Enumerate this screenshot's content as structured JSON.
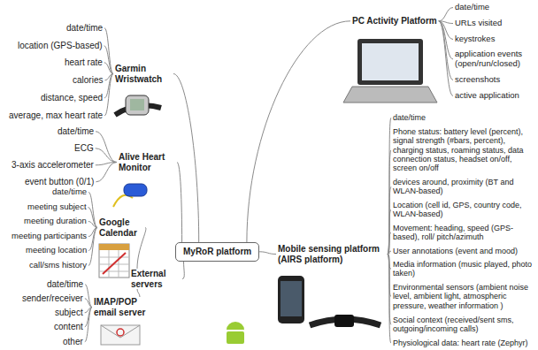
{
  "diagram": {
    "nodes": [
      {
        "text": [
          "MyRoR platform"
        ]
      },
      {
        "text": [
          "Garmin Wristwatch"
        ]
      },
      {
        "text": [
          "date/time"
        ]
      },
      {
        "text": [
          "location (GPS-based)"
        ]
      },
      {
        "text": [
          "heart rate"
        ]
      },
      {
        "text": [
          "calories"
        ]
      },
      {
        "text": [
          "distance, speed"
        ]
      },
      {
        "text": [
          "average, max heart rate"
        ]
      },
      {
        "text": [
          "Alive Heart Monitor"
        ]
      },
      {
        "text": [
          "date/time"
        ]
      },
      {
        "text": [
          "ECG"
        ]
      },
      {
        "text": [
          "3-axis accelerometer"
        ]
      },
      {
        "text": [
          "event button (0/1)"
        ]
      },
      {
        "text": [
          "External servers"
        ]
      },
      {
        "text": [
          "Google Calendar"
        ]
      },
      {
        "text": [
          "date/time"
        ]
      },
      {
        "text": [
          "meeting subject"
        ]
      },
      {
        "text": [
          "meeting duration"
        ]
      },
      {
        "text": [
          "meeting participants"
        ]
      },
      {
        "text": [
          "meeting location"
        ]
      },
      {
        "text": [
          "call/sms history"
        ]
      },
      {
        "text": [
          "IMAP/POP email server"
        ]
      },
      {
        "text": [
          "date/time"
        ]
      },
      {
        "text": [
          "sender/receiver"
        ]
      },
      {
        "text": [
          "subject"
        ]
      },
      {
        "text": [
          "content"
        ]
      },
      {
        "text": [
          "other"
        ]
      },
      {
        "text": [
          "PC Activity Platform"
        ]
      },
      {
        "text": [
          "date/time"
        ]
      },
      {
        "text": [
          "URLs visited"
        ]
      },
      {
        "text": [
          "keystrokes"
        ]
      },
      {
        "text": [
          "application events (open/run/closed)"
        ]
      },
      {
        "text": [
          "screenshots"
        ]
      },
      {
        "text": [
          "active application"
        ]
      },
      {
        "text": [
          "Mobile sensing platform (AIRS platform)"
        ]
      },
      {
        "text": [
          "date/time"
        ]
      },
      {
        "text": [
          "Phone status: battery level (percent), signal strength (#bars, percent), charging status, roaming status, data connection status, headset on/off, screen on/off"
        ]
      },
      {
        "text": [
          "devices around, proximity (BT and WLAN-based)"
        ]
      },
      {
        "text": [
          "Location (cell id, GPS, country code, WLAN-based)"
        ]
      },
      {
        "text": [
          "Movement: heading, speed (GPS-based), roll/ pitch/azimuth"
        ]
      },
      {
        "text": [
          "User annotations (event and mood)"
        ]
      },
      {
        "text": [
          "Media information (music played, photo taken)"
        ]
      },
      {
        "text": [
          "Environmental sensors (ambient noise level, ambient light, atmospheric pressure, weather information )"
        ]
      },
      {
        "text": [
          "Social context (received/sent sms, outgoing/incoming calls)"
        ]
      },
      {
        "text": [
          "Physiological data: heart rate (Zephyr)"
        ]
      }
    ],
    "edges": [
      {
        "from": 0,
        "to": 1,
        "arrow": "none"
      },
      {
        "from": 0,
        "to": 8,
        "arrow": "none"
      },
      {
        "from": 0,
        "to": 13,
        "arrow": "none"
      },
      {
        "from": 0,
        "to": 27,
        "arrow": "none"
      },
      {
        "from": 0,
        "to": 34,
        "arrow": "none"
      },
      {
        "from": 1,
        "to": 2,
        "arrow": "none"
      },
      {
        "from": 1,
        "to": 3,
        "arrow": "none"
      },
      {
        "from": 1,
        "to": 4,
        "arrow": "none"
      },
      {
        "from": 1,
        "to": 5,
        "arrow": "none"
      },
      {
        "from": 1,
        "to": 6,
        "arrow": "none"
      },
      {
        "from": 1,
        "to": 7,
        "arrow": "none"
      },
      {
        "from": 8,
        "to": 9,
        "arrow": "none"
      },
      {
        "from": 8,
        "to": 10,
        "arrow": "none"
      },
      {
        "from": 8,
        "to": 11,
        "arrow": "none"
      },
      {
        "from": 8,
        "to": 12,
        "arrow": "none"
      },
      {
        "from": 13,
        "to": 14,
        "arrow": "none"
      },
      {
        "from": 13,
        "to": 21,
        "arrow": "none"
      },
      {
        "from": 14,
        "to": 15,
        "arrow": "none"
      },
      {
        "from": 14,
        "to": 16,
        "arrow": "none"
      },
      {
        "from": 14,
        "to": 17,
        "arrow": "none"
      },
      {
        "from": 14,
        "to": 18,
        "arrow": "none"
      },
      {
        "from": 14,
        "to": 19,
        "arrow": "none"
      },
      {
        "from": 14,
        "to": 20,
        "arrow": "none"
      },
      {
        "from": 21,
        "to": 22,
        "arrow": "none"
      },
      {
        "from": 21,
        "to": 23,
        "arrow": "none"
      },
      {
        "from": 21,
        "to": 24,
        "arrow": "none"
      },
      {
        "from": 21,
        "to": 25,
        "arrow": "none"
      },
      {
        "from": 21,
        "to": 26,
        "arrow": "none"
      },
      {
        "from": 27,
        "to": 28,
        "arrow": "none"
      },
      {
        "from": 27,
        "to": 29,
        "arrow": "none"
      },
      {
        "from": 27,
        "to": 30,
        "arrow": "none"
      },
      {
        "from": 27,
        "to": 31,
        "arrow": "none"
      },
      {
        "from": 27,
        "to": 32,
        "arrow": "none"
      },
      {
        "from": 27,
        "to": 33,
        "arrow": "none"
      },
      {
        "from": 34,
        "to": 35,
        "arrow": "none"
      },
      {
        "from": 34,
        "to": 36,
        "arrow": "none"
      },
      {
        "from": 34,
        "to": 37,
        "arrow": "none"
      },
      {
        "from": 34,
        "to": 38,
        "arrow": "none"
      },
      {
        "from": 34,
        "to": 39,
        "arrow": "none"
      },
      {
        "from": 34,
        "to": 40,
        "arrow": "none"
      },
      {
        "from": 34,
        "to": 41,
        "arrow": "none"
      },
      {
        "from": 34,
        "to": 42,
        "arrow": "none"
      },
      {
        "from": 34,
        "to": 43,
        "arrow": "none"
      },
      {
        "from": 34,
        "to": 44,
        "arrow": "none"
      }
    ]
  }
}
